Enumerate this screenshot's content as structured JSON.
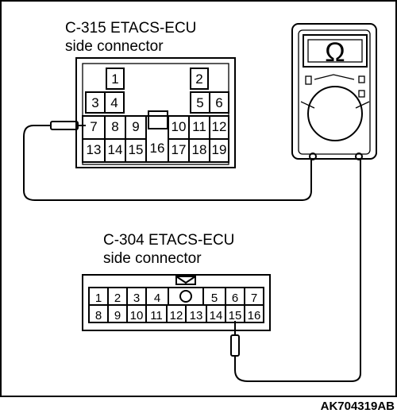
{
  "connector_c315": {
    "title_line1": "C-315 ETACS-ECU",
    "title_line2": "side connector",
    "pins": [
      "1",
      "2",
      "3",
      "4",
      "5",
      "6",
      "7",
      "8",
      "9",
      "10",
      "11",
      "12",
      "13",
      "14",
      "15",
      "16",
      "17",
      "18",
      "19"
    ]
  },
  "connector_c304": {
    "title_line1": "C-304 ETACS-ECU",
    "title_line2": "side connector",
    "pins": [
      "1",
      "2",
      "3",
      "4",
      "5",
      "6",
      "7",
      "8",
      "9",
      "10",
      "11",
      "12",
      "13",
      "14",
      "15",
      "16"
    ]
  },
  "meter": {
    "symbol": "Ω"
  },
  "figure_code": "AK704319AB"
}
